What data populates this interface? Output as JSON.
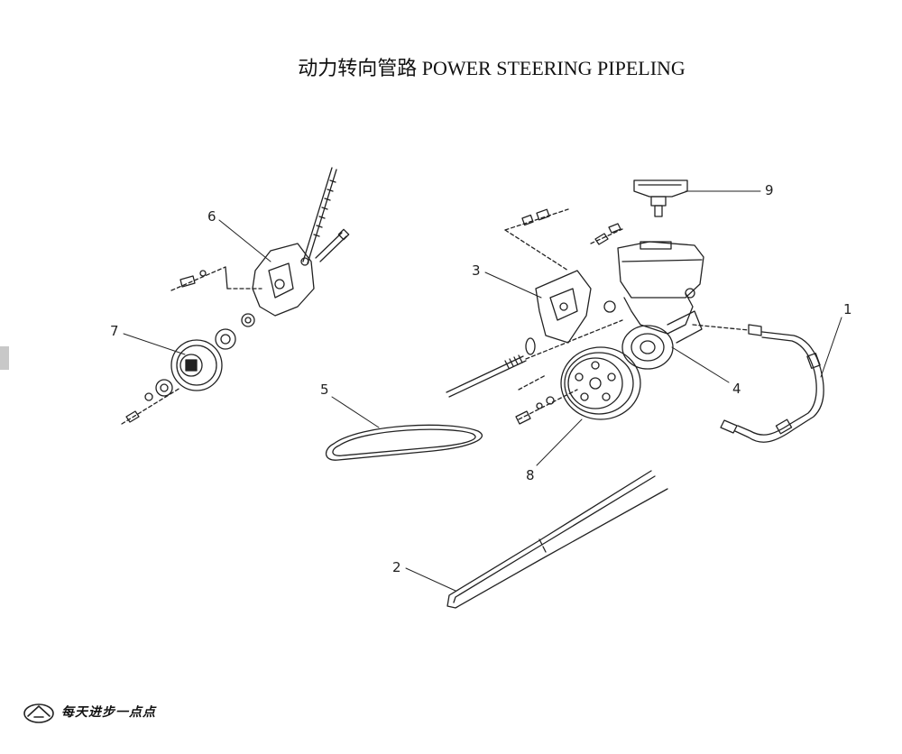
{
  "page": {
    "title_zh": "动力转向管路",
    "title_en": "POWER STEERING PIPELING"
  },
  "callouts": [
    "1",
    "2",
    "3",
    "4",
    "5",
    "6",
    "7",
    "8",
    "9"
  ],
  "brand": {
    "slogan": "每天进步一点点",
    "logo_icon": "brand-logo-icon"
  },
  "colors": {
    "line": "#222222",
    "side_tab": "#c8c8c8"
  }
}
